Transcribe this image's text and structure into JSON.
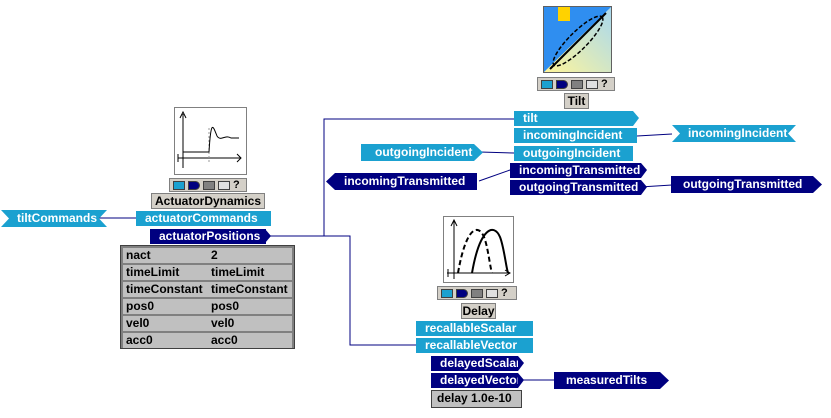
{
  "actuator": {
    "title": "ActuatorDynamics",
    "inputs": [
      "actuatorCommands"
    ],
    "outputs": [
      "actuatorPositions"
    ],
    "params": [
      {
        "name": "nact",
        "value": "2"
      },
      {
        "name": "timeLimit",
        "value": "timeLimit"
      },
      {
        "name": "timeConstant",
        "value": "timeConstant"
      },
      {
        "name": "pos0",
        "value": "pos0"
      },
      {
        "name": "vel0",
        "value": "vel0"
      },
      {
        "name": "acc0",
        "value": "acc0"
      }
    ]
  },
  "tilt": {
    "title": "Tilt",
    "inputs": [
      "tilt",
      "incomingIncident",
      "outgoingIncident"
    ],
    "outputs": [
      "incomingTransmitted",
      "outgoingTransmitted"
    ]
  },
  "delay": {
    "title": "Delay",
    "inputs": [
      "recallableScalar",
      "recallableVector"
    ],
    "outputs": [
      "delayedScalar",
      "delayedVector"
    ],
    "param": "delay  1.0e-10"
  },
  "external": {
    "tiltCommands": "tiltCommands",
    "incomingIncident": "incomingIncident",
    "outgoingIncident": "outgoingIncident",
    "incomingTransmitted": "incomingTransmitted",
    "outgoingTransmitted": "outgoingTransmitted",
    "measuredTilts": "measuredTilts"
  },
  "controls": {
    "help": "?"
  },
  "colors": {
    "input": "#1ba1d0",
    "output": "#000080",
    "wire": "#000080"
  }
}
